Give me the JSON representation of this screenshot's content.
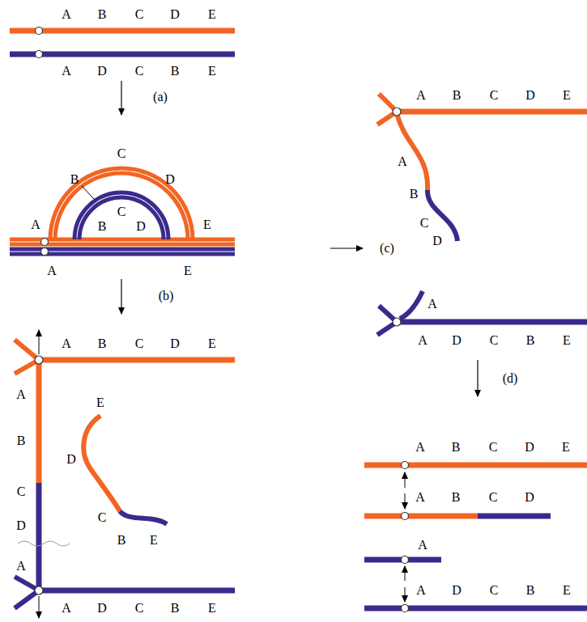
{
  "diagram": {
    "labels": [
      "A",
      "B",
      "C",
      "D",
      "E",
      "A",
      "D",
      "C",
      "B",
      "E",
      "(a)",
      "C",
      "B",
      "D",
      "A",
      "E",
      "C",
      "B",
      "D",
      "A",
      "E",
      "(b)",
      "A",
      "B",
      "C",
      "D",
      "E",
      "A",
      "B",
      "C",
      "D",
      "A",
      "E",
      "D",
      "C",
      "B",
      "E",
      "A",
      "D",
      "C",
      "B",
      "E",
      "(c)",
      "A",
      "B",
      "C",
      "D",
      "E",
      "A",
      "B",
      "C",
      "D",
      "A",
      "A",
      "D",
      "C",
      "B",
      "E",
      "(d)",
      "A",
      "B",
      "C",
      "D",
      "E",
      "A",
      "B",
      "C",
      "D",
      "A",
      "A",
      "D",
      "C",
      "B",
      "E"
    ]
  }
}
